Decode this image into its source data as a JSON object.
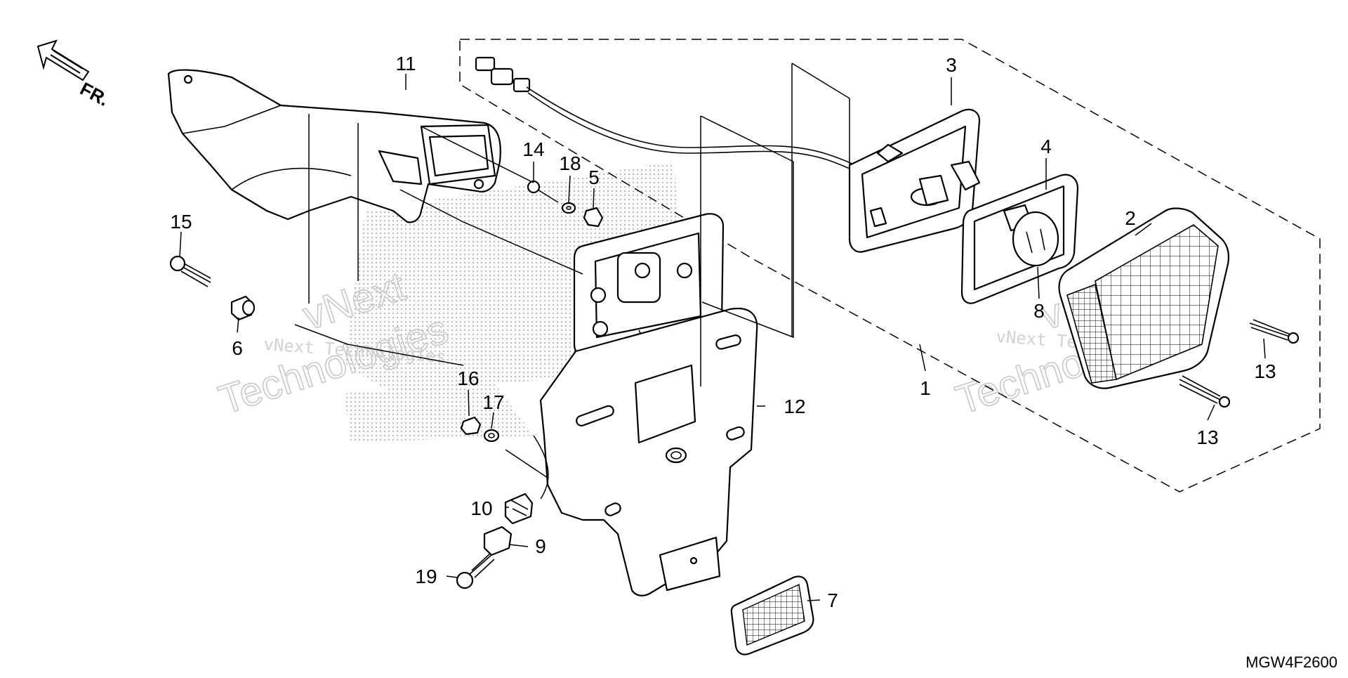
{
  "direction_label": "FR.",
  "diagram_code": "MGW4F2600",
  "watermark": {
    "line1": "vNext",
    "line2": "Technologies",
    "mono": "vNext Technologies"
  },
  "callouts": [
    "1",
    "2",
    "3",
    "4",
    "5",
    "6",
    "7",
    "8",
    "9",
    "10",
    "11",
    "12",
    "13",
    "13",
    "14",
    "15",
    "16",
    "17",
    "18",
    "19"
  ],
  "colors": {
    "line": "#000000",
    "watermark": "#c8c8c8",
    "stipple": "#9a9a9a"
  }
}
